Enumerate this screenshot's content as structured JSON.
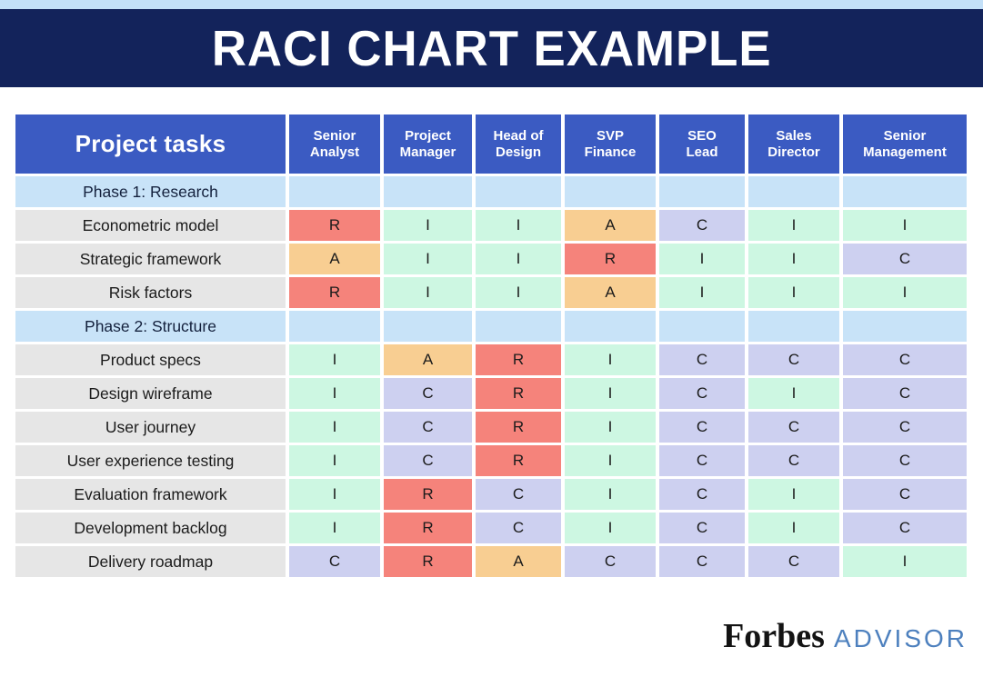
{
  "banner": {
    "title": "RACI CHART EXAMPLE"
  },
  "colors": {
    "top_strip": "#C3E0F8",
    "banner_bg": "#13235B",
    "header_bg": "#3B5BC2",
    "phase_bg": "#C8E3F8",
    "task_bg": "#E6E6E6",
    "advisor_text": "#4D80BE",
    "R": "#F5837B",
    "A": "#F8CE92",
    "C": "#CDD0F0",
    "I": "#CDF7E2"
  },
  "chart_data": {
    "type": "table",
    "title": "RACI CHART EXAMPLE",
    "columns": [
      "Project tasks",
      "Senior\nAnalyst",
      "Project\nManager",
      "Head of\nDesign",
      "SVP\nFinance",
      "SEO\nLead",
      "Sales\nDirector",
      "Senior\nManagement"
    ],
    "rows": [
      {
        "kind": "phase",
        "label": "Phase 1: Research"
      },
      {
        "kind": "task",
        "label": "Econometric model",
        "values": [
          "R",
          "I",
          "I",
          "A",
          "C",
          "I",
          "I"
        ]
      },
      {
        "kind": "task",
        "label": "Strategic framework",
        "values": [
          "A",
          "I",
          "I",
          "R",
          "I",
          "I",
          "C"
        ]
      },
      {
        "kind": "task",
        "label": "Risk factors",
        "values": [
          "R",
          "I",
          "I",
          "A",
          "I",
          "I",
          "I"
        ]
      },
      {
        "kind": "phase",
        "label": "Phase 2: Structure"
      },
      {
        "kind": "task",
        "label": "Product specs",
        "values": [
          "I",
          "A",
          "R",
          "I",
          "C",
          "C",
          "C"
        ]
      },
      {
        "kind": "task",
        "label": "Design wireframe",
        "values": [
          "I",
          "C",
          "R",
          "I",
          "C",
          "I",
          "C"
        ]
      },
      {
        "kind": "task",
        "label": "User journey",
        "values": [
          "I",
          "C",
          "R",
          "I",
          "C",
          "C",
          "C"
        ]
      },
      {
        "kind": "task",
        "label": "User experience testing",
        "values": [
          "I",
          "C",
          "R",
          "I",
          "C",
          "C",
          "C"
        ]
      },
      {
        "kind": "task",
        "label": "Evaluation framework",
        "values": [
          "I",
          "R",
          "C",
          "I",
          "C",
          "I",
          "C"
        ]
      },
      {
        "kind": "task",
        "label": "Development backlog",
        "values": [
          "I",
          "R",
          "C",
          "I",
          "C",
          "I",
          "C"
        ]
      },
      {
        "kind": "task",
        "label": "Delivery roadmap",
        "values": [
          "C",
          "R",
          "A",
          "C",
          "C",
          "C",
          "I"
        ]
      }
    ]
  },
  "footer": {
    "brand": "Forbes",
    "suffix": "ADVISOR"
  }
}
